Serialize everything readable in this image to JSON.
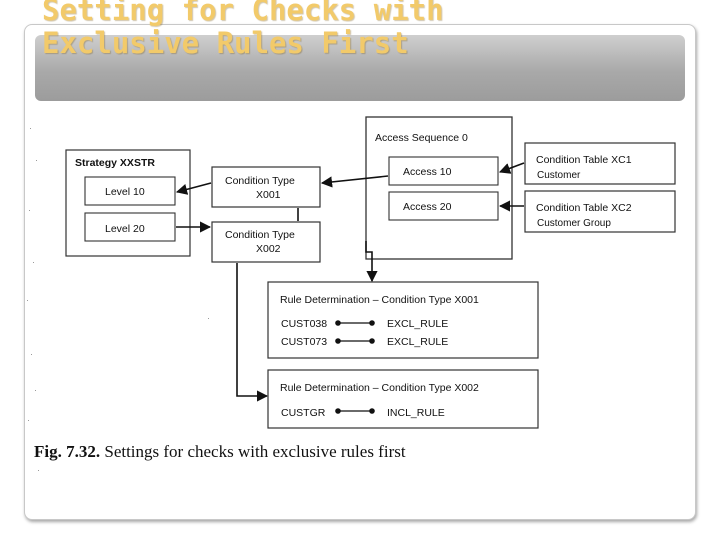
{
  "slide": {
    "title_line1": "Setting for Checks  with",
    "title_line2": "Exclusive Rules First"
  },
  "diagram": {
    "access_sequence": {
      "label": "Access Sequence 0",
      "access_1": "Access 10",
      "access_2": "Access 20"
    },
    "strategy": {
      "label": "Strategy XXSTR",
      "level_1": "Level 10",
      "level_2": "Level 20"
    },
    "condition_type_1": {
      "line1": "Condition Type",
      "line2": "X001"
    },
    "condition_type_2": {
      "line1": "Condition Type",
      "line2": "X002"
    },
    "condition_table_1": {
      "title": "Condition Table XC1",
      "subtitle": "Customer"
    },
    "condition_table_2": {
      "title": "Condition Table XC2",
      "subtitle": "Customer Group"
    },
    "rule_determination_1": {
      "title": "Rule Determination – Condition Type X001",
      "rows": [
        {
          "key": "CUST038",
          "value": "EXCL_RULE"
        },
        {
          "key": "CUST073",
          "value": "EXCL_RULE"
        }
      ]
    },
    "rule_determination_2": {
      "title": "Rule Determination – Condition Type X002",
      "rows": [
        {
          "key": "CUSTGR",
          "value": "INCL_RULE"
        }
      ]
    }
  },
  "caption": {
    "number": "Fig. 7.32.",
    "text": "Settings for checks with exclusive rules first"
  }
}
